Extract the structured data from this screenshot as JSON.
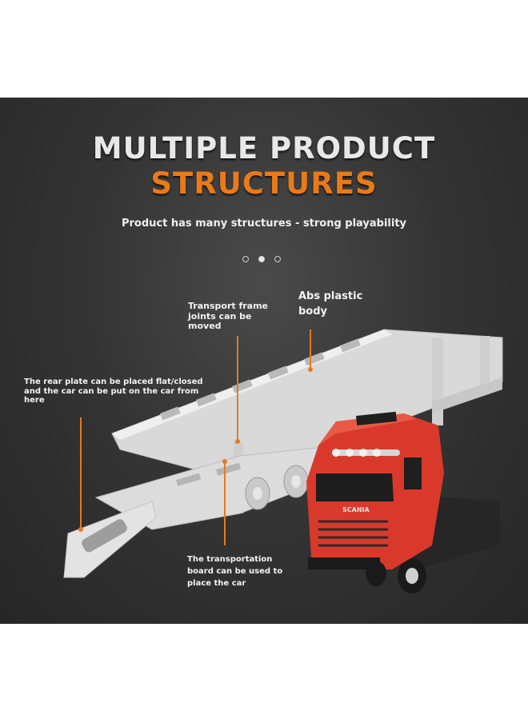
{
  "banner": {
    "title_line1": "MULTIPLE PRODUCT",
    "title_line2": "STRUCTURES",
    "subtitle": "Product has many structures - strong playability",
    "carousel": {
      "count": 3,
      "active_index": 1
    }
  },
  "annotations": {
    "rear_plate": "The rear plate can be placed flat/closed and the car can be put on the car from here",
    "frame_joints": "Transport frame joints can be moved",
    "abs_body": "Abs plastic body",
    "transport_board": "The transportation board can be used to place the car"
  },
  "truck": {
    "brand_badge": "SCANIA"
  },
  "colors": {
    "accent": "#e87a1a",
    "truck_red": "#d8392b",
    "trailer": "#dedede",
    "background": "#333333"
  }
}
